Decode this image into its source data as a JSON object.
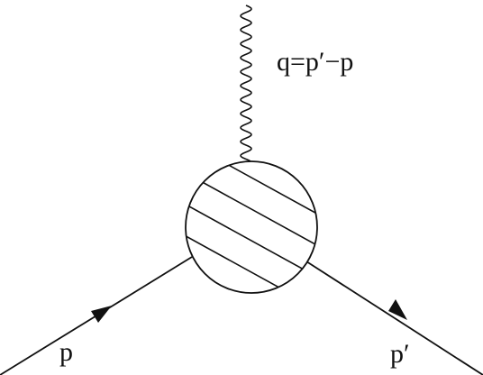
{
  "diagram": {
    "photon_label": "q=p′−p",
    "incoming_label": "p",
    "outgoing_label": "p′"
  },
  "colors": {
    "stroke": "#111111",
    "background": "#ffffff"
  }
}
